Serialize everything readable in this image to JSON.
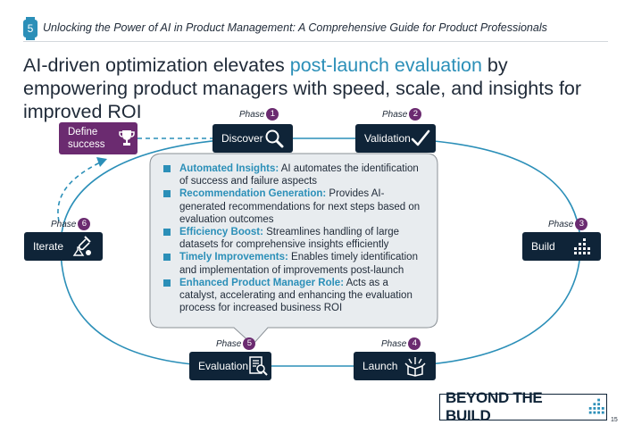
{
  "header": {
    "badge": "5",
    "title": "Unlocking the Power of AI in Product Management: A Comprehensive Guide for Product Professionals"
  },
  "headline": {
    "pre": "AI-driven optimization elevates ",
    "highlight": "post-launch evaluation",
    "post": " by empowering product managers with speed, scale, and insights for improved ROI"
  },
  "define_success": {
    "label_line1": "Define",
    "label_line2": "success"
  },
  "phase_word": "Phase",
  "phases": [
    {
      "num": "1",
      "label": "Discover"
    },
    {
      "num": "2",
      "label": "Validation"
    },
    {
      "num": "3",
      "label": "Build"
    },
    {
      "num": "4",
      "label": "Launch"
    },
    {
      "num": "5",
      "label": "Evaluation"
    },
    {
      "num": "6",
      "label": "Iterate"
    }
  ],
  "callout": {
    "items": [
      {
        "key": "Automated Insights:",
        "text": " AI automates the identification of success and failure aspects"
      },
      {
        "key": "Recommendation Generation:",
        "text": " Provides AI-generated recommendations for next steps based on evaluation outcomes"
      },
      {
        "key": "Efficiency Boost:",
        "text": " Streamlines handling of large datasets for comprehensive insights efficiently"
      },
      {
        "key": "Timely Improvements:",
        "text": " Enables timely identification and implementation of improvements post-launch"
      },
      {
        "key": "Enhanced Product Manager Role:",
        "text": " Acts as a catalyst, accelerating and enhancing the evaluation process for increased business ROI"
      }
    ]
  },
  "logo": {
    "text": "BEYOND THE BUILD"
  },
  "page_number": "15",
  "colors": {
    "navy": "#0f2438",
    "accent_blue": "#2b8fb8",
    "purple": "#6b2b70",
    "callout_fill": "#e8ecef"
  },
  "icons": {
    "define_success": "trophy-icon",
    "discover": "magnifier-icon",
    "validation": "checkmark-icon",
    "build": "pixel-blocks-icon",
    "launch": "open-box-icon",
    "evaluation": "report-magnifier-icon",
    "iterate": "lab-flask-icon"
  }
}
